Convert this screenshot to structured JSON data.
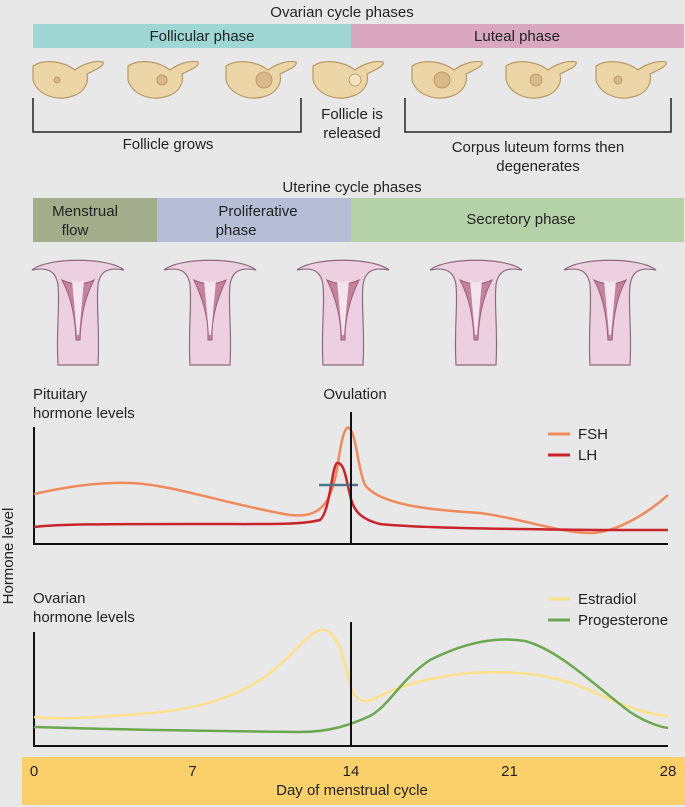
{
  "ovarian": {
    "title": "Ovarian cycle phases",
    "follicular_label": "Follicular phase",
    "luteal_label": "Luteal phase",
    "follicular_color": "#9fd7d4",
    "luteal_color": "#d9a7bf",
    "follicle_grows": "Follicle grows",
    "follicle_released_1": "Follicle is",
    "follicle_released_2": "released",
    "corpus_1": "Corpus luteum forms then",
    "corpus_2": "degenerates"
  },
  "uterine": {
    "title": "Uterine cycle phases",
    "menstrual_1": "Menstrual",
    "menstrual_2": "flow",
    "proliferative_1": "Proliferative",
    "proliferative_2": "phase",
    "secretory": "Secretory phase",
    "menstrual_color": "#a3ad8c",
    "proliferative_color": "#b6bed6",
    "secretory_color": "#b5d1a8"
  },
  "pituitary": {
    "label_1": "Pituitary",
    "label_2": "hormone levels",
    "ovulation_label": "Ovulation",
    "legend": [
      {
        "name": "FSH",
        "color": "#ef8a5a"
      },
      {
        "name": "LH",
        "color": "#c8242b"
      }
    ]
  },
  "ovarian_hormones": {
    "label_1": "Ovarian",
    "label_2": "hormone levels",
    "legend": [
      {
        "name": "Estradiol",
        "color": "#fde08a"
      },
      {
        "name": "Progesterone",
        "color": "#6aa84f"
      }
    ]
  },
  "y_axis_label": "Hormone level",
  "x_axis": {
    "title": "Day of menstrual cycle",
    "ticks": [
      "0",
      "7",
      "14",
      "21",
      "28"
    ],
    "band_color": "#fbd06a"
  }
}
